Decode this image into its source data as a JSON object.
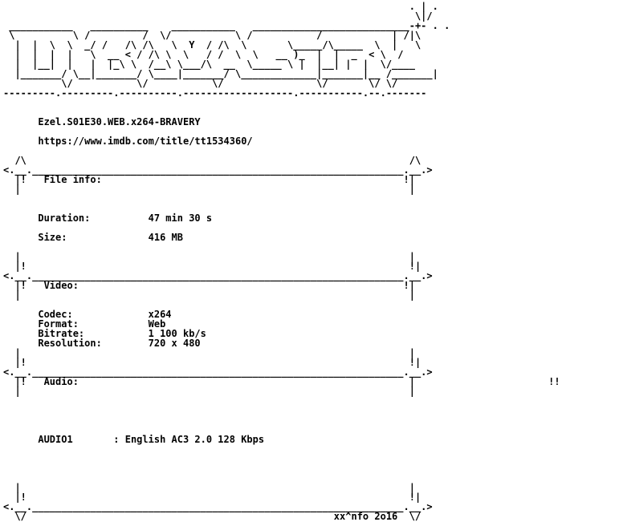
{
  "nfo": {
    "lines": [
      "                                                                      . | .",
      "                                                                       \\|/",
      " ___________   __________    ___________   ___________________________-+- . .",
      " \\          \\ /         /  \\/           \\ /           /            | /|\\",
      "  |  |  \\  \\  _/ /   /\\ /\\   \\  Y  / /\\  \\       \\_____/\\_____  \\  |   \\",
      "  |  |  |  |   \\  __ < / /\\ \\  \\   / /  \\  \\   __ )_  |  |  _  < \\  /",
      "  |  |__|  |   |  |_\\ \\  /__\\ \\___/\\  __  \\_____ \\ |  |__| |  |  \\/____",
      "  |_______/ \\__|_______/ \\____|_______/ \\_____________|_______|__ /_______|",
      "          \\/           \\/           \\/                \\/       \\/ \\/",
      "---------.---------.----------.-------------------.-----------.--.-------",
      "",
      "",
      "      Ezel.S01E30.WEB.x264-BRAVERY",
      "",
      "      https://www.imdb.com/title/tt1534360/",
      "",
      "  /\\                                                                  /\\",
      "<.__.________________________________________________________________.__.>",
      "  |!   File info:                                                    !|",
      "  |                                                                   |",
      "",
      "",
      "      Duration:          47 min 30 s",
      "",
      "      Size:              416 MB",
      "",
      "  |                                                                   |",
      "  |!                                                                  !|",
      "<.__.________________________________________________________________.__.>",
      "  |!   Video:                                                        !|",
      "  |                                                                   |",
      "",
      "      Codec:             x264",
      "      Format:            Web",
      "      Bitrate:           1 100 kb/s",
      "      Resolution:        720 x 480",
      "  |                                                                   |",
      "  |!                                                                  !|",
      "<.__.________________________________________________________________.__.>",
      "  |!   Audio:                                                         |                       !!",
      "  |                                                                   |",
      "",
      "",
      "",
      "",
      "      AUDIO1       : English AC3 2.0 128 Kbps",
      "",
      "",
      "",
      "",
      "  |                                                                   |",
      "  |!                                                                  !|",
      "<.__.________________________________________________________________.__.>",
      "  \\/                                                     xx^nfo 2o16  \\/"
    ]
  }
}
